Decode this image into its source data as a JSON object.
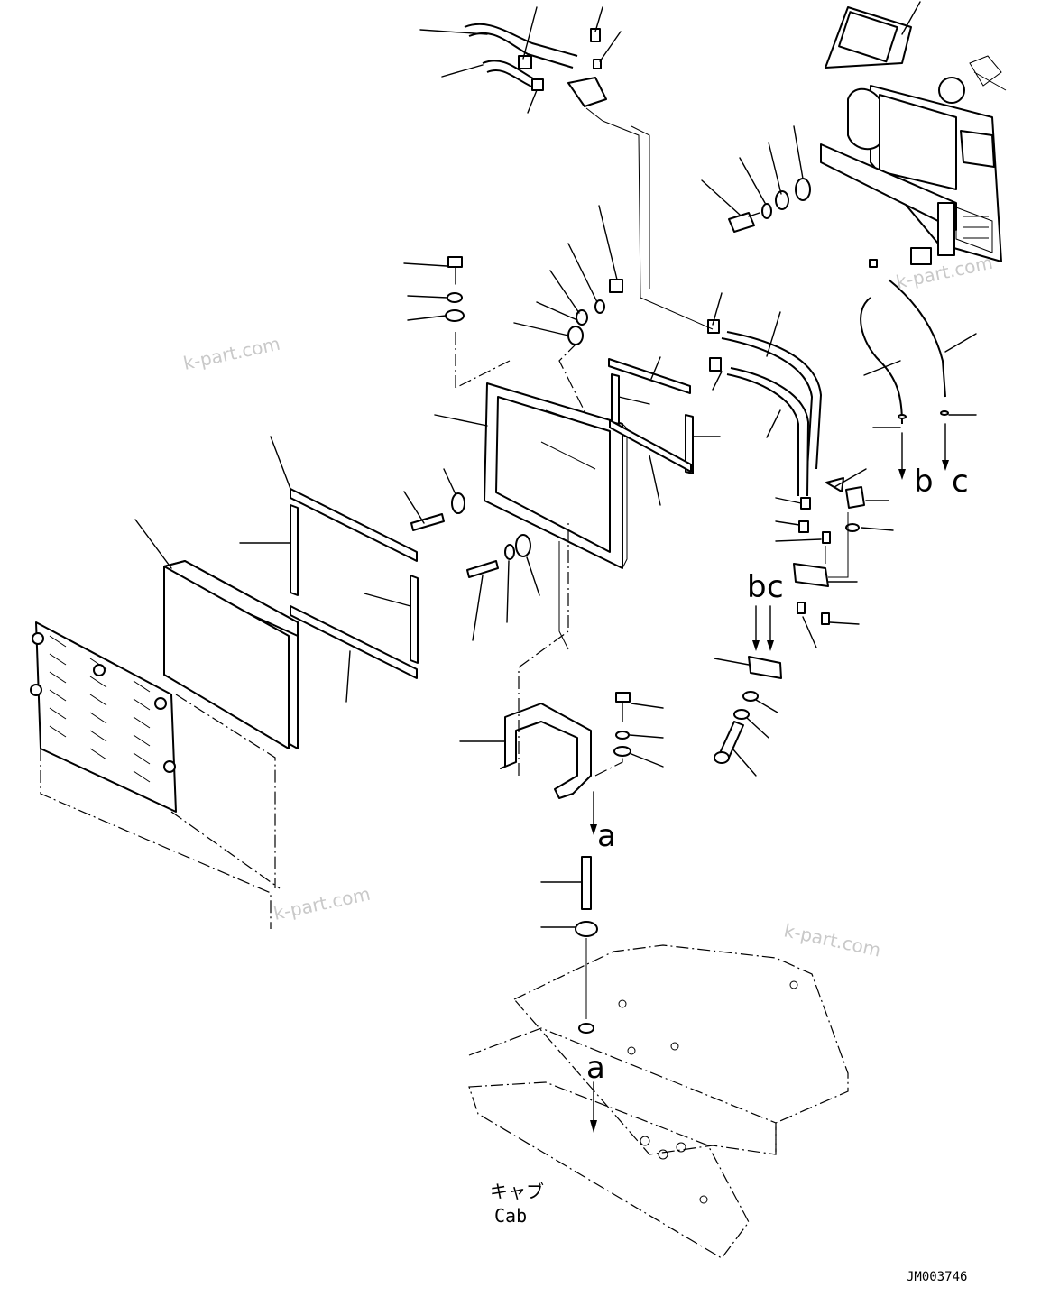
{
  "connector_labels": [
    "a",
    "a",
    "b",
    "c",
    "b",
    "c"
  ],
  "caption": {
    "jp": "キャブ",
    "en": "Cab"
  },
  "drawing_code": "JM003746",
  "watermarks": [
    "k-part.com",
    "k-part.com",
    "k-part.com",
    "k-part.com"
  ]
}
